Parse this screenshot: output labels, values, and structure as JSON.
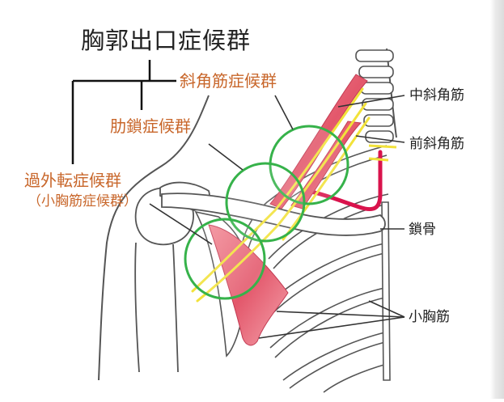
{
  "title": "胸郭出口症候群",
  "labels": {
    "scalene_syndrome": "斜角筋症候群",
    "costoclavicular_syndrome": "肋鎖症候群",
    "hyperabduction_syndrome": "過外転症候群",
    "hyperabduction_sub": "（小胸筋症候群）",
    "middle_scalene": "中斜角筋",
    "anterior_scalene": "前斜角筋",
    "clavicle": "鎖骨",
    "pectoralis_minor": "小胸筋"
  },
  "colors": {
    "label_orange": "#c8662a",
    "circle_green": "#36b24a",
    "muscle_red": "#e3576b",
    "nerve_yellow": "#f2e23a",
    "artery_red": "#d9134c",
    "bone_outline": "#555555"
  }
}
